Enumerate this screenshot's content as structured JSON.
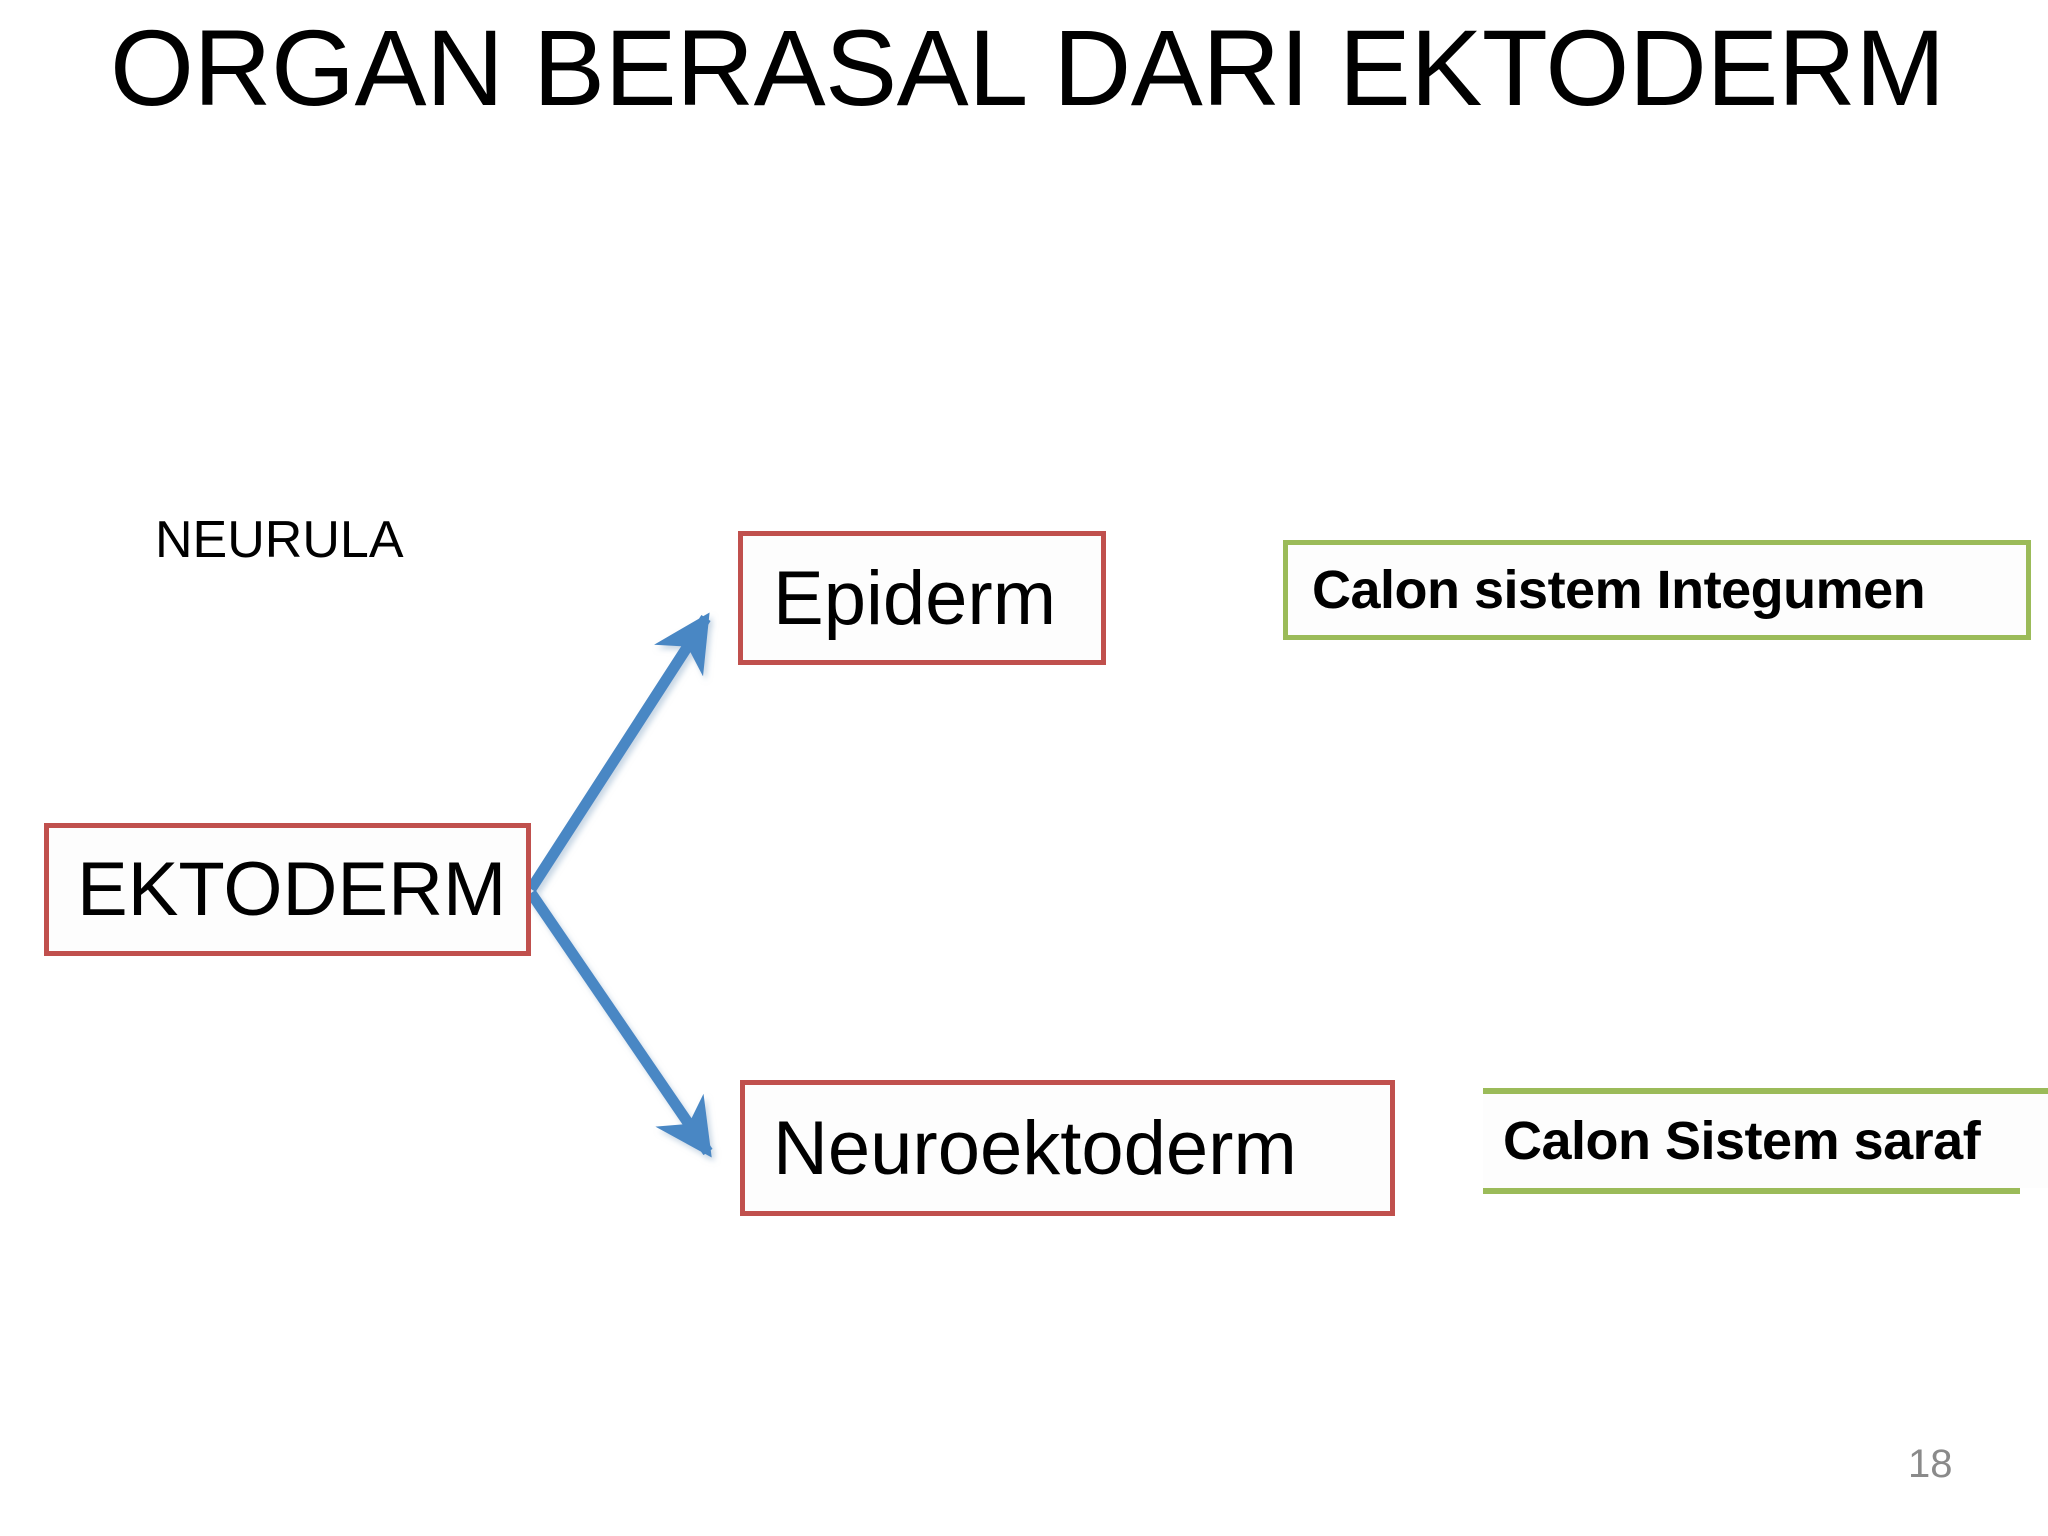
{
  "slide": {
    "title": "ORGAN BERASAL DARI EKTODERM",
    "page_number": "18",
    "background_color": "#FFFFFF"
  },
  "colors": {
    "red_box_border": "#C0504D",
    "green_box_border": "#9BBB59",
    "arrow": "#4A87C4",
    "title_text": "#000000",
    "page_number_text": "#8A8A8A"
  },
  "diagram": {
    "type": "flowchart",
    "source_label": "NEURULA",
    "nodes": [
      {
        "id": "ektoderm",
        "label": "EKTODERM",
        "style": "red-box"
      },
      {
        "id": "epiderm",
        "label": "Epiderm",
        "style": "red-box"
      },
      {
        "id": "neuroektoderm",
        "label": "Neuroektoderm",
        "style": "red-box"
      },
      {
        "id": "integumen",
        "label": "Calon sistem Integumen",
        "style": "green-box"
      },
      {
        "id": "saraf",
        "label": "Calon Sistem saraf",
        "style": "green-box"
      }
    ],
    "edges": [
      {
        "from": "NEURULA",
        "to": "ektoderm",
        "direction": "down"
      },
      {
        "from": "ektoderm",
        "to": "epiderm",
        "direction": "up-right"
      },
      {
        "from": "ektoderm",
        "to": "neuroektoderm",
        "direction": "down-right"
      },
      {
        "from": "epiderm",
        "to": "integumen",
        "direction": "right"
      },
      {
        "from": "neuroektoderm",
        "to": "saraf",
        "direction": "right"
      }
    ]
  }
}
